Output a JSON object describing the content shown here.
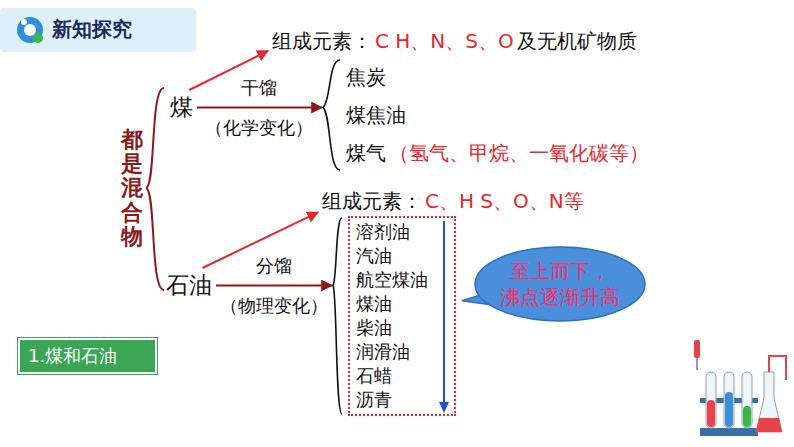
{
  "diagram": {
    "title": "新知探究",
    "nodes": [
      {
        "text": [
          "煤"
        ]
      },
      {
        "text": [
          "组成元素：",
          "C H、N、S、O",
          "及无机矿物质"
        ]
      },
      {
        "text": [
          "焦炭",
          "煤焦油",
          "煤气",
          "（氢气、甲烷、一氧化碳等）"
        ]
      },
      {
        "text": [
          "石油"
        ]
      },
      {
        "text": [
          "组成元素：",
          "C、H S、O、N等"
        ]
      },
      {
        "text": [
          "溶剂油",
          "汽油",
          "航空煤油",
          "煤油",
          "柴油",
          "润滑油",
          "石蜡",
          "沥青"
        ]
      },
      {
        "text": [
          "至上而下， 沸点逐渐升高"
        ]
      },
      {
        "text": [
          "1.煤和石油"
        ]
      }
    ],
    "edges": [
      {
        "from": 0,
        "to": 1,
        "arrow": "to"
      },
      {
        "from": 0,
        "to": 2,
        "label": "干馏 （化学变化）",
        "arrow": "to"
      },
      {
        "from": 3,
        "to": 4,
        "arrow": "to"
      },
      {
        "from": 3,
        "to": 5,
        "label": "分馏 （物理变化）",
        "arrow": "to"
      }
    ],
    "labels": [
      "都是混合物"
    ]
  }
}
